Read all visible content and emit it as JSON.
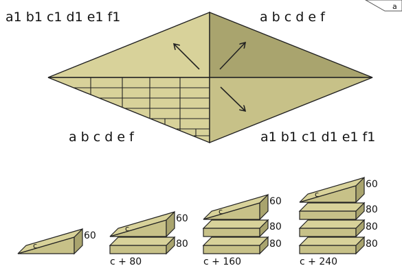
{
  "corner_label": "a",
  "labels": {
    "top_left": "a1 b1 c1 d1 e1 f1",
    "top_right": "a b c d e f",
    "bottom_left": "a b c d e f",
    "bottom_right": "a1 b1 c1 d1 e1 f1"
  },
  "colors": {
    "face_light": "#d8d29a",
    "face_dark": "#a9a46e",
    "face_mid": "#c7c188",
    "stroke": "#222222"
  },
  "stacks": [
    {
      "caption": "",
      "items": [
        {
          "type": "wedge",
          "letter": "c",
          "value": "60"
        }
      ]
    },
    {
      "caption": "c + 80",
      "items": [
        {
          "type": "wedge",
          "letter": "c",
          "value": "60"
        },
        {
          "type": "slab",
          "value": "80"
        }
      ]
    },
    {
      "caption": "c + 160",
      "items": [
        {
          "type": "wedge",
          "letter": "c",
          "value": "60"
        },
        {
          "type": "slab",
          "value": "80"
        },
        {
          "type": "slab",
          "value": "80"
        }
      ]
    },
    {
      "caption": "c + 240",
      "items": [
        {
          "type": "wedge",
          "letter": "c",
          "value": "60"
        },
        {
          "type": "slab",
          "value": "80"
        },
        {
          "type": "slab",
          "value": "80"
        },
        {
          "type": "slab",
          "value": "80"
        }
      ]
    }
  ]
}
